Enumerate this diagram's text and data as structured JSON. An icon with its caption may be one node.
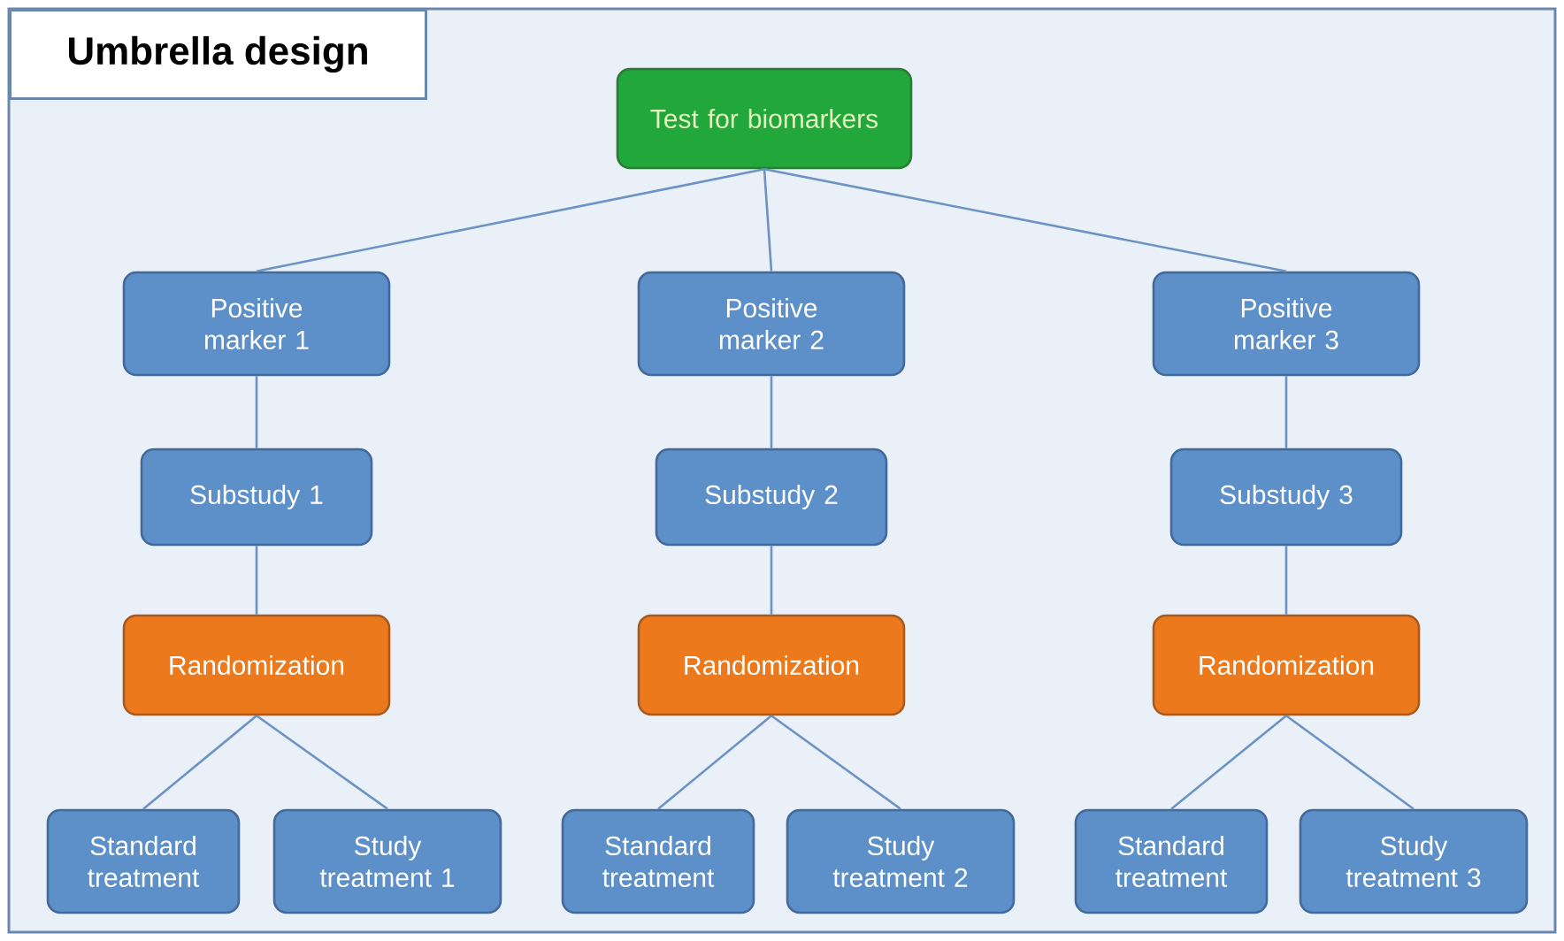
{
  "diagram": {
    "title": "Umbrella design",
    "nodes": [
      {
        "text": [
          "Test for biomarkers"
        ]
      },
      {
        "text": [
          "Positive marker 1"
        ]
      },
      {
        "text": [
          "Positive marker 2"
        ]
      },
      {
        "text": [
          "Positive marker 3"
        ]
      },
      {
        "text": [
          "Substudy 1"
        ]
      },
      {
        "text": [
          "Substudy 2"
        ]
      },
      {
        "text": [
          "Substudy 3"
        ]
      },
      {
        "text": [
          "Randomization"
        ]
      },
      {
        "text": [
          "Randomization"
        ]
      },
      {
        "text": [
          "Randomization"
        ]
      },
      {
        "text": [
          "Standard treatment"
        ]
      },
      {
        "text": [
          "Study treatment 1"
        ]
      },
      {
        "text": [
          "Standard treatment"
        ]
      },
      {
        "text": [
          "Study treatment 2"
        ]
      },
      {
        "text": [
          "Standard treatment"
        ]
      },
      {
        "text": [
          "Study treatment 3"
        ]
      }
    ],
    "edges": [
      {
        "from": 0,
        "to": 1,
        "arrow": "none"
      },
      {
        "from": 0,
        "to": 2,
        "arrow": "none"
      },
      {
        "from": 0,
        "to": 3,
        "arrow": "none"
      },
      {
        "from": 1,
        "to": 4,
        "arrow": "none"
      },
      {
        "from": 2,
        "to": 5,
        "arrow": "none"
      },
      {
        "from": 3,
        "to": 6,
        "arrow": "none"
      },
      {
        "from": 4,
        "to": 7,
        "arrow": "none"
      },
      {
        "from": 5,
        "to": 8,
        "arrow": "none"
      },
      {
        "from": 6,
        "to": 9,
        "arrow": "none"
      },
      {
        "from": 7,
        "to": 10,
        "arrow": "none"
      },
      {
        "from": 7,
        "to": 11,
        "arrow": "none"
      },
      {
        "from": 8,
        "to": 12,
        "arrow": "none"
      },
      {
        "from": 8,
        "to": 13,
        "arrow": "none"
      },
      {
        "from": 9,
        "to": 14,
        "arrow": "none"
      },
      {
        "from": 9,
        "to": 15,
        "arrow": "none"
      }
    ]
  }
}
